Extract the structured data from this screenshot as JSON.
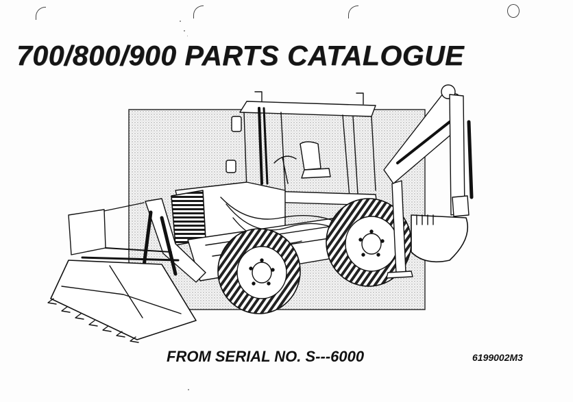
{
  "document": {
    "title": "700/800/900 PARTS CATALOGUE",
    "serial_line": "FROM SERIAL NO. S---6000",
    "part_number": "6199002M3"
  },
  "illustration": {
    "subject-icon": "backhoe-loader-illustration"
  },
  "colors": {
    "ink": "#111111",
    "paper": "#fdfdfd",
    "screen-tone": "#d9d9d9"
  }
}
